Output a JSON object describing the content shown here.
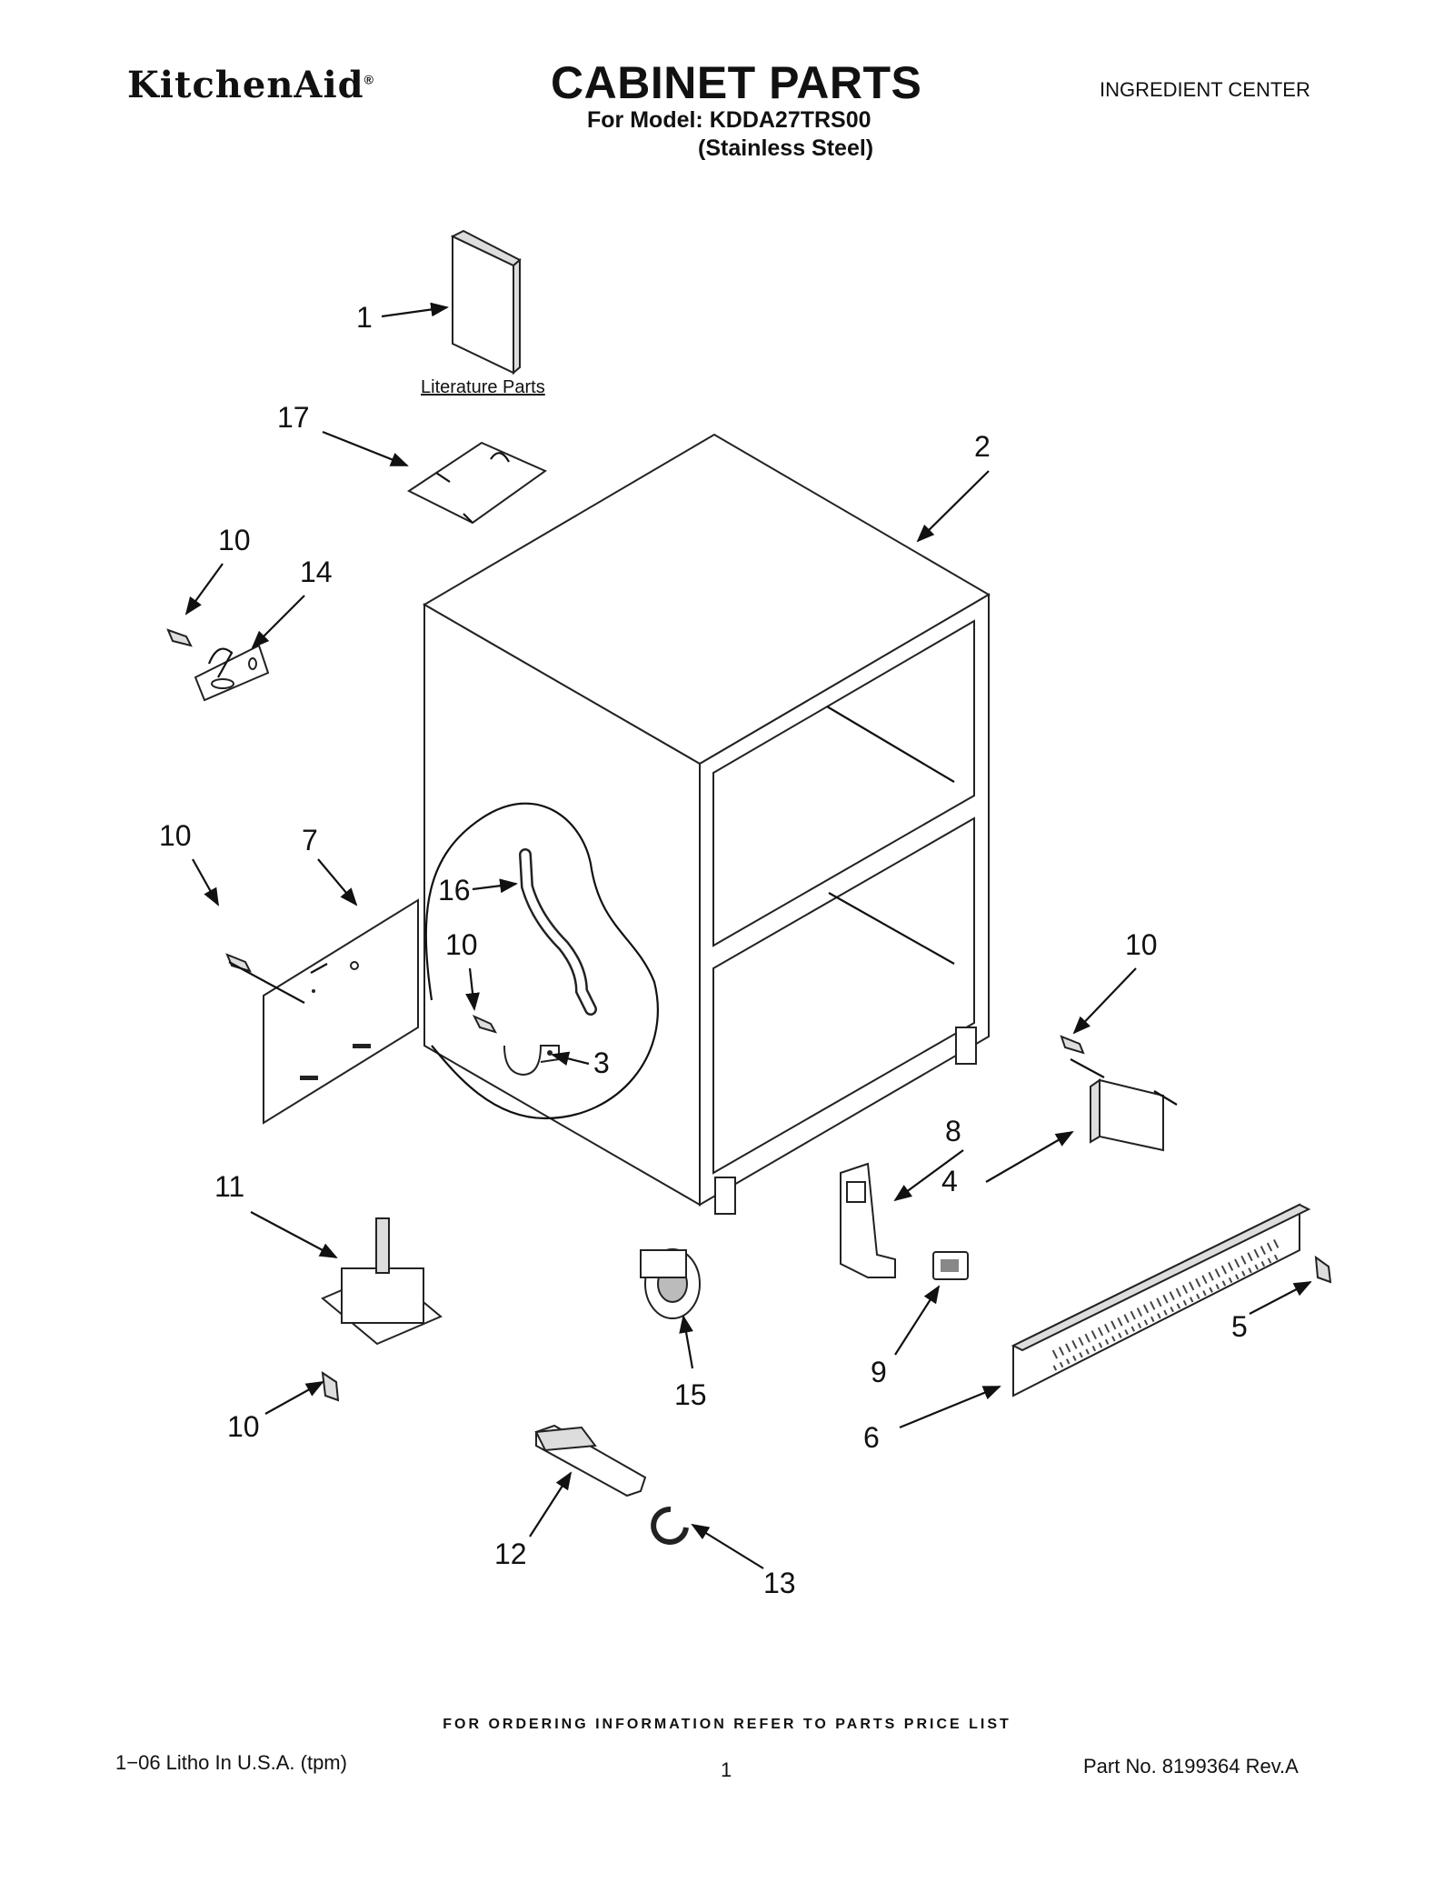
{
  "header": {
    "brand": "KitchenAid",
    "brand_mark": "®",
    "title": "CABINET PARTS",
    "section": "INGREDIENT CENTER",
    "model_line": "For Model: KDDA27TRS00",
    "finish_line": "(Stainless Steel)"
  },
  "literature_label": "Literature Parts",
  "callouts": [
    "1",
    "2",
    "3",
    "4",
    "5",
    "6",
    "7",
    "8",
    "9",
    "10",
    "10",
    "10",
    "10",
    "10",
    "11",
    "12",
    "13",
    "14",
    "15",
    "16",
    "17"
  ],
  "footer": {
    "ordering_note": "FOR ORDERING INFORMATION REFER TO PARTS PRICE LIST",
    "litho": "1−06 Litho In U.S.A. (tpm)",
    "page": "1",
    "part_number": "Part No. 8199364 Rev.A"
  }
}
